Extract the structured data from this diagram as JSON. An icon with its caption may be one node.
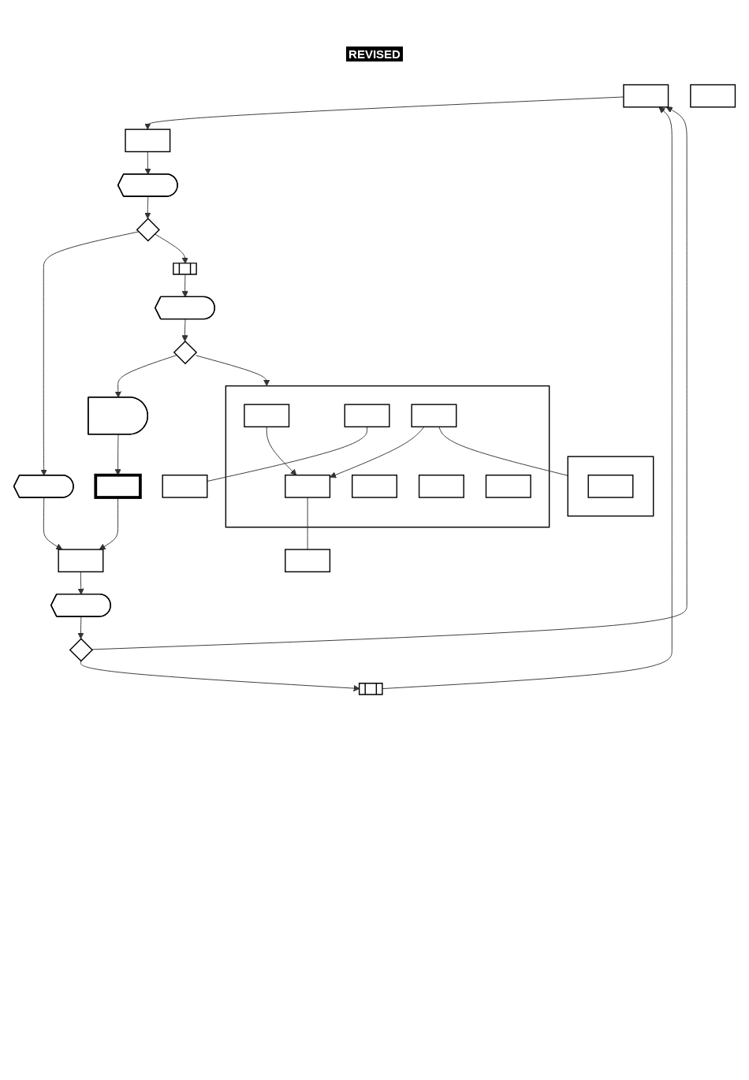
{
  "diagram": {
    "nodes": [
      {
        "text": [],
        "shape": "box"
      },
      {
        "text": [],
        "shape": "subroutine"
      },
      {
        "text": [],
        "shape": "box"
      },
      {
        "text": [],
        "shape": "display"
      },
      {
        "text": [],
        "shape": "diamond"
      },
      {
        "text": [],
        "shape": "display"
      },
      {
        "text": [],
        "shape": "diamond"
      },
      {
        "text": [],
        "shape": "display"
      },
      {
        "text": [],
        "shape": "subroutine"
      },
      {
        "text": [],
        "shape": "box"
      },
      {
        "text": [],
        "shape": "display"
      },
      {
        "text": [],
        "shape": "box"
      },
      {
        "text": [],
        "shape": "gate"
      },
      {
        "text": [],
        "shape": "diamond"
      },
      {
        "text": [],
        "shape": "box"
      },
      {
        "text": [],
        "shape": "box",
        "in": 14
      },
      {
        "text": [],
        "shape": "bar",
        "in": 14
      },
      {
        "text": [],
        "shape": "bar",
        "in": 14
      },
      {
        "text": [],
        "shape": "bar",
        "in": 14
      },
      {
        "text": [],
        "shape": "bar",
        "in": 14
      },
      {
        "text": [],
        "shape": "bar",
        "in": 14
      },
      {
        "text": [],
        "shape": "bar",
        "in": 14
      },
      {
        "text": [],
        "shape": "box"
      },
      {
        "text": [],
        "shape": "box"
      },
      {
        "text": [],
        "shape": "box"
      },
      {
        "text": [],
        "shape": "box",
        "in": 24
      },
      {
        "text": [],
        "shape": "box"
      }
    ],
    "edges": [
      {
        "from": 0,
        "to": 2,
        "arrow": "to"
      },
      {
        "from": 2,
        "to": 3,
        "arrow": "to"
      },
      {
        "from": 3,
        "to": 6,
        "arrow": "to"
      },
      {
        "from": 6,
        "to": 5,
        "arrow": "to"
      },
      {
        "from": 6,
        "to": 8,
        "arrow": "to"
      },
      {
        "from": 8,
        "to": 10,
        "arrow": "to"
      },
      {
        "from": 10,
        "to": 13,
        "arrow": "to"
      },
      {
        "from": 13,
        "to": 12,
        "arrow": "to"
      },
      {
        "from": 12,
        "to": 11,
        "arrow": "to"
      },
      {
        "from": 13,
        "to": 14,
        "arrow": "to"
      },
      {
        "from": 15,
        "to": 16,
        "arrow": "to"
      },
      {
        "from": 21,
        "to": 16,
        "arrow": "to"
      },
      {
        "from": 5,
        "to": 9,
        "arrow": "to"
      },
      {
        "from": 11,
        "to": 9,
        "arrow": "to"
      },
      {
        "from": 9,
        "to": 7,
        "arrow": "to"
      },
      {
        "from": 7,
        "to": 4,
        "arrow": "to"
      },
      {
        "from": 4,
        "to": 1,
        "arrow": "to"
      },
      {
        "from": 1,
        "to": 0,
        "arrow": "to"
      },
      {
        "from": 4,
        "to": 0,
        "arrow": "to"
      },
      {
        "from": 22,
        "to": 16,
        "arrow": "none"
      },
      {
        "from": 23,
        "to": 17,
        "arrow": "none"
      },
      {
        "from": 24,
        "to": 21,
        "arrow": "none"
      }
    ],
    "labels": [
      "REVISED"
    ]
  }
}
